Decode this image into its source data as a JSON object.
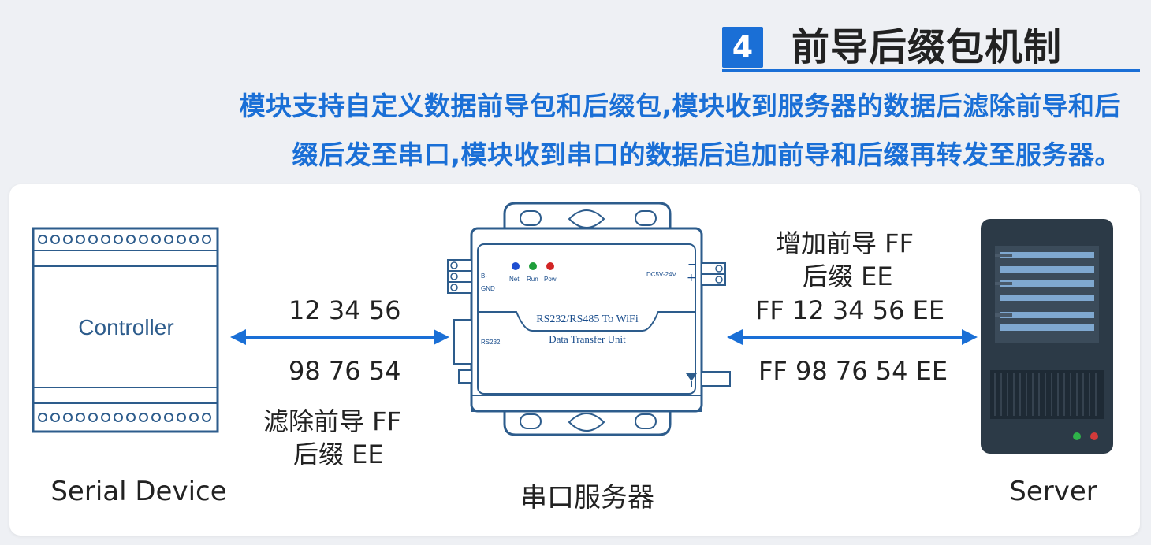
{
  "header": {
    "number": "4",
    "title": "前导后缀包机制",
    "desc_line1": "模块支持自定义数据前导包和后缀包,模块收到服务器的数据后滤除前导和后",
    "desc_line2": "缀后发至串口,模块收到串口的数据后追加前导和后缀再转发至服务器。"
  },
  "serial_device": {
    "label": "Serial Device",
    "inner_text": "Controller"
  },
  "unit": {
    "label": "串口服务器",
    "title1": "RS232/RS485 To WiFi",
    "title2": "Data Transfer Unit",
    "led_net": "Net",
    "led_run": "Run",
    "led_pow": "Pow",
    "port_label": "RS232",
    "power_label": "DC5V-24V",
    "term_b": "B-",
    "term_gnd": "GND"
  },
  "server": {
    "label": "Server"
  },
  "left_link": {
    "data_out": "12 34 56",
    "data_in": "98 76 54",
    "note1": "滤除前导 FF",
    "note2": "后缀 EE"
  },
  "right_link": {
    "note1": "增加前导 FF",
    "note2": "后缀 EE",
    "data_out": "FF 12 34 56 EE",
    "data_in": "FF 98 76 54 EE"
  },
  "colors": {
    "accent": "#1a6fd6",
    "device_stroke": "#2d5c8c",
    "server_body": "#2c3a47",
    "server_bar": "#7fa8d0"
  }
}
